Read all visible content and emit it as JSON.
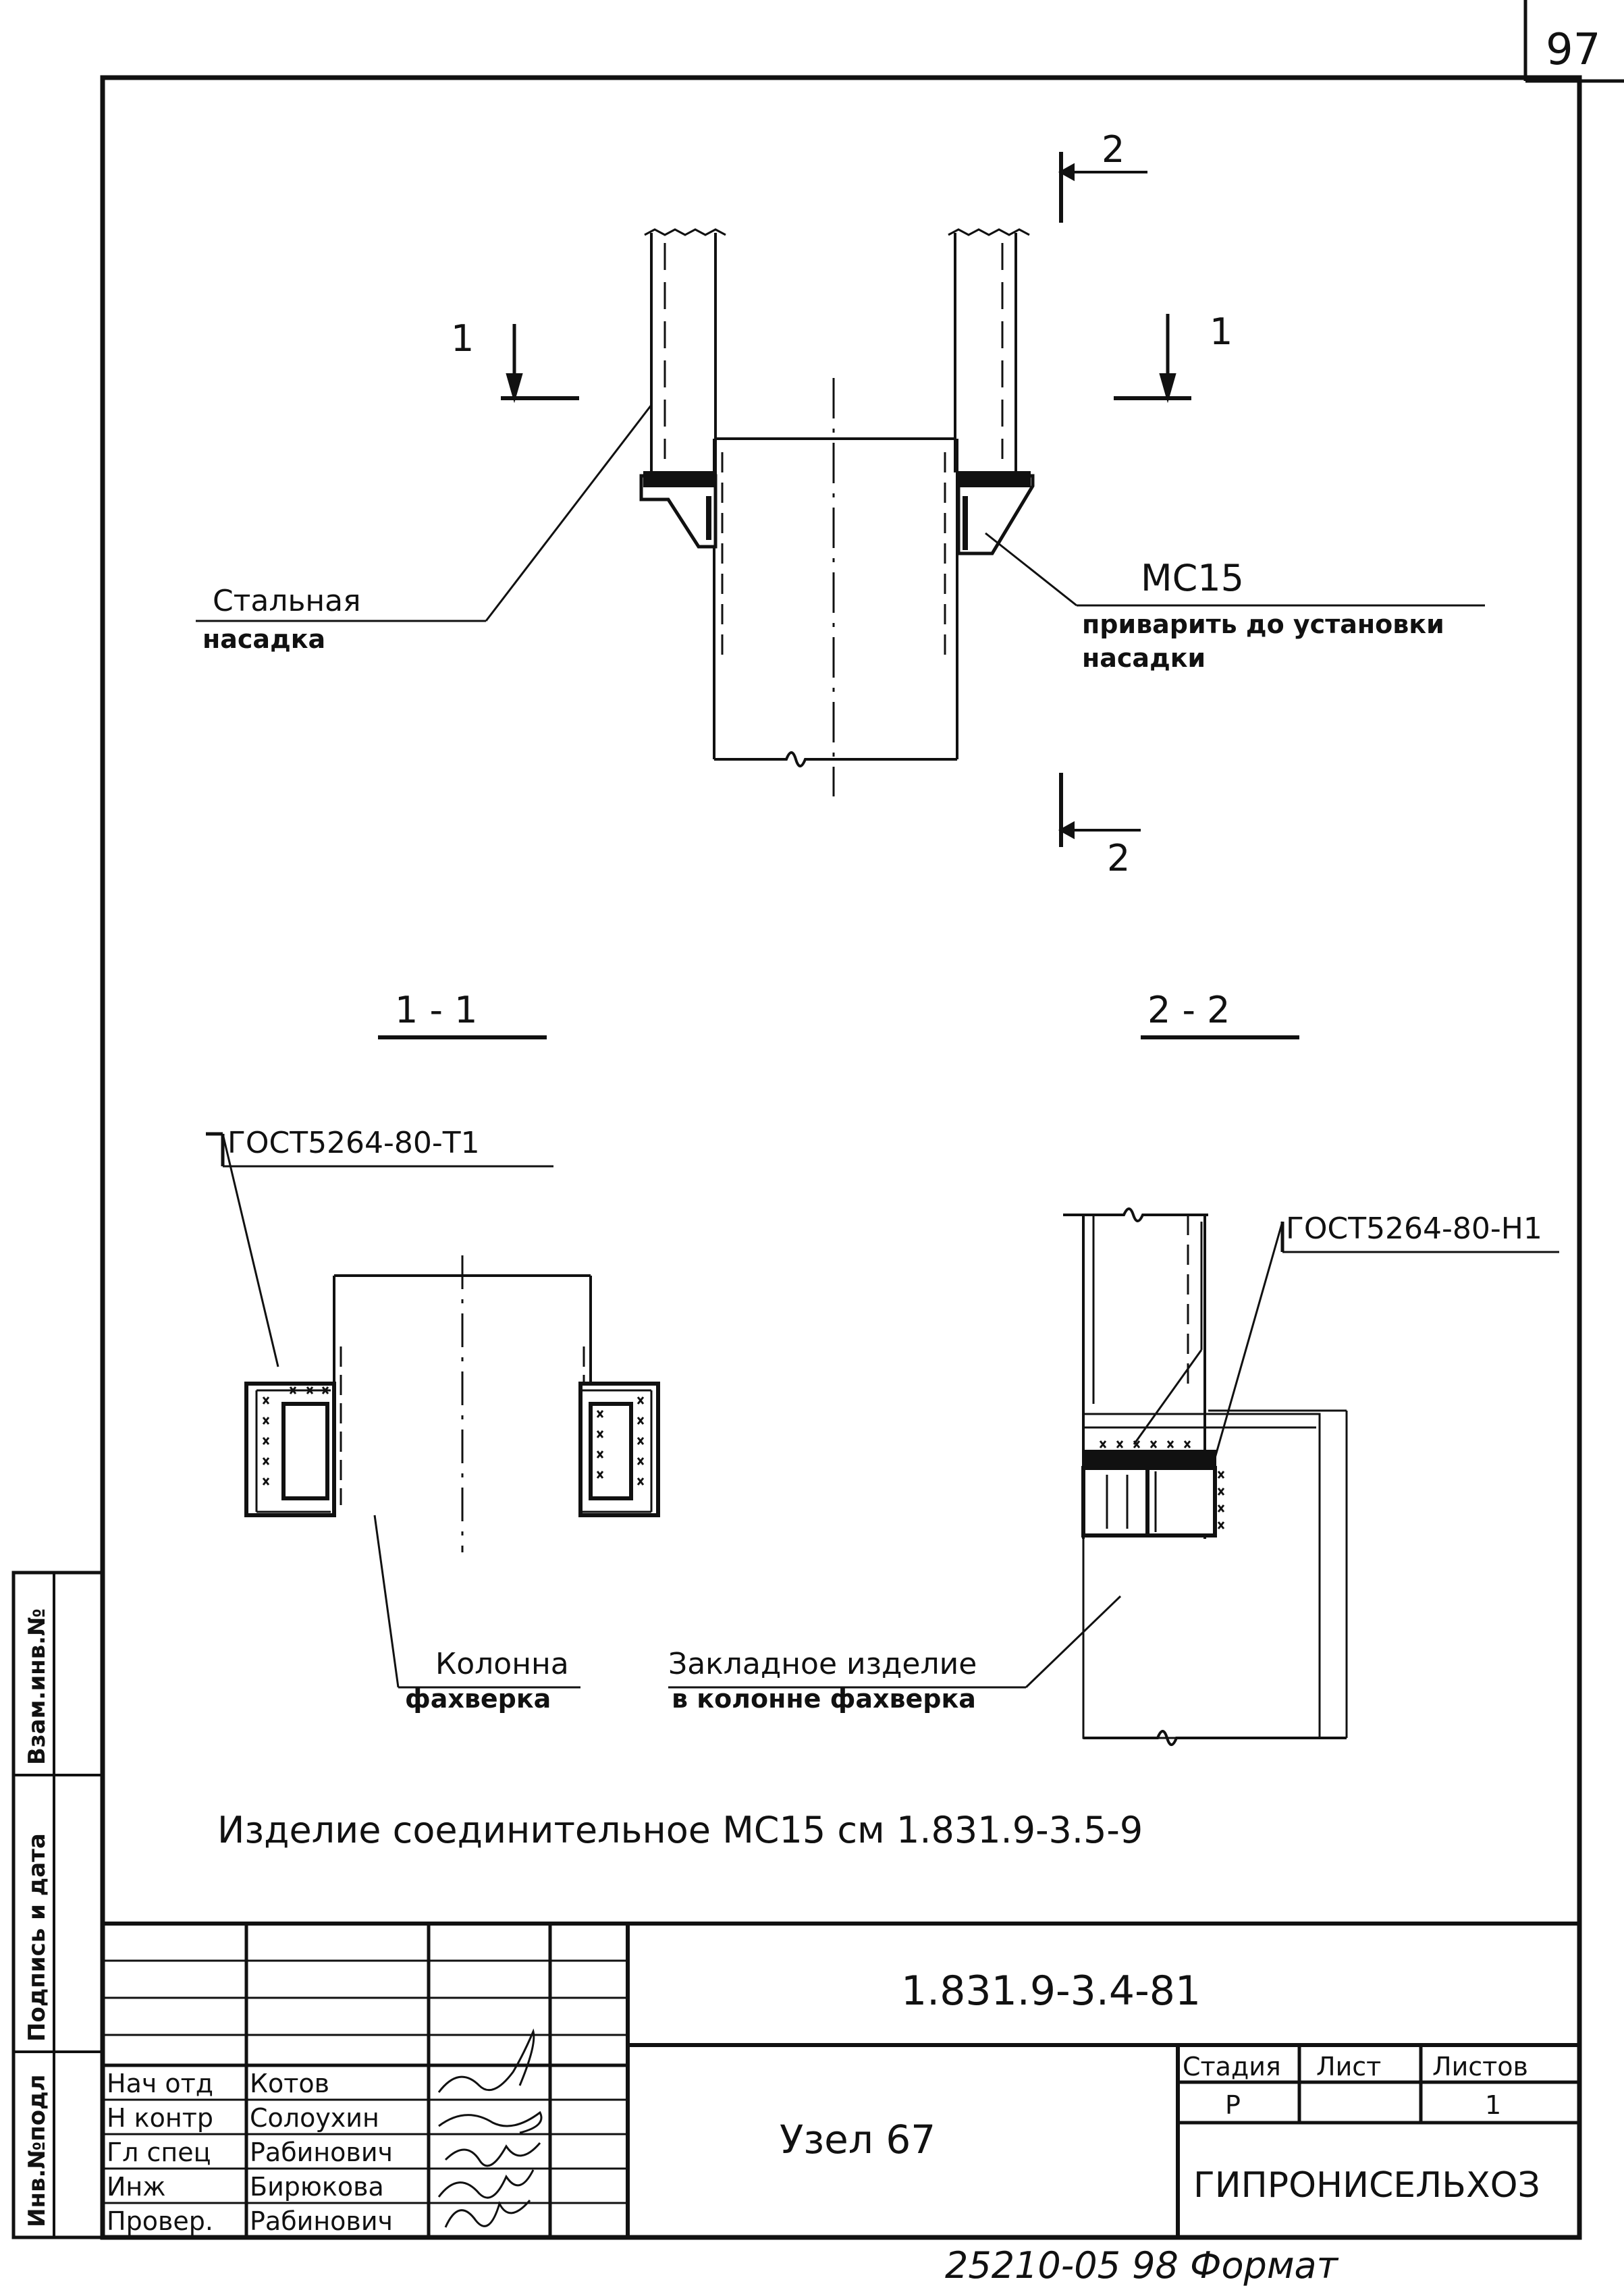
{
  "sheet": {
    "page_number": "97",
    "footer_note": "25210-05 98 Формат"
  },
  "drawing": {
    "section_marks": {
      "mark_1": "1",
      "mark_2": "2"
    },
    "labels": {
      "steel_cap_line1": "Стальная",
      "steel_cap_line2": "насадка",
      "mc15": "МС15",
      "mc15_note_line1": "приварить до установки",
      "mc15_note_line2": "насадки",
      "section_1_1": "1 - 1",
      "section_2_2": "2 - 2",
      "gost_t1": "ГОСТ5264-80-Т1",
      "gost_n1": "ГОСТ5264-80-Н1",
      "column_line1": "Колонна",
      "column_line2": "фахверка",
      "embedded_line1": "Закладное изделие",
      "embedded_line2": "в колонне фахверка",
      "product_note": "Изделие соединительное МС15 см 1.831.9-3.5-9"
    }
  },
  "title_block": {
    "document_code": "1.831.9-3.4-81",
    "title": "Узел 67",
    "organization": "ГИПРОНИСЕЛЬХОЗ",
    "stage_header": "Стадия",
    "sheet_header": "Лист",
    "sheets_header": "Листов",
    "stage_value": "Р",
    "sheets_value": "1",
    "signatures": [
      {
        "role": "Нач отд",
        "name": "Котов"
      },
      {
        "role": "Н контр",
        "name": "Солоухин"
      },
      {
        "role": "Гл спец",
        "name": "Рабинович"
      },
      {
        "role": "Инж",
        "name": "Бирюкова"
      },
      {
        "role": "Провер.",
        "name": "Рабинович"
      }
    ]
  },
  "side_stamp": {
    "inv_podl": "Инв.№подл",
    "sign_date": "Подпись и дата",
    "vzam_inv": "Взам.инв.№"
  }
}
